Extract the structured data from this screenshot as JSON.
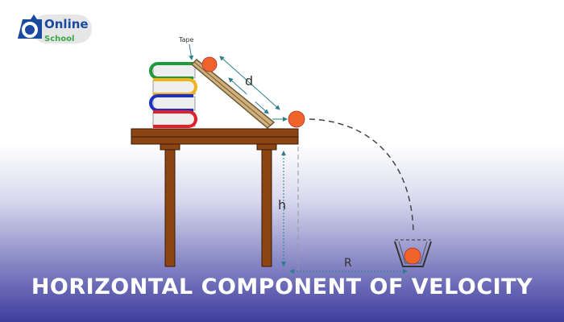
{
  "logo": {
    "brand_top": "Online",
    "brand_bottom": "School",
    "colors": {
      "blue": "#1a4aa0",
      "green": "#3aa845"
    }
  },
  "labels": {
    "tape": "Tape",
    "distance": "d",
    "height": "h",
    "range": "R"
  },
  "title": "HORIZONTAL COMPONENT OF VELOCITY",
  "colors": {
    "ball": "#f0642a",
    "table": "#8b4513",
    "ramp": "#d2b07a",
    "arrow": "#2e7d8c",
    "title_band": "#3e3c9e"
  }
}
